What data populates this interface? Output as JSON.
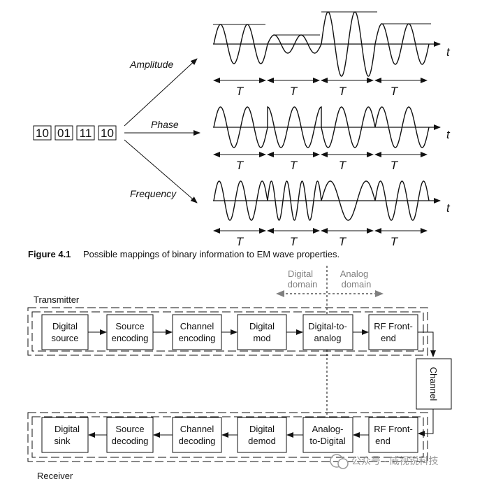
{
  "figure1": {
    "bits": [
      "10",
      "01",
      "11",
      "10"
    ],
    "branches": {
      "amplitude": "Amplitude",
      "phase": "Phase",
      "frequency": "Frequency"
    },
    "time_label": "t",
    "period_label": "T",
    "caption_number": "Figure 4.1",
    "caption_text": "Possible mappings of binary information to EM wave properties."
  },
  "figure2": {
    "digital_domain": [
      "Digital",
      "domain"
    ],
    "analog_domain": [
      "Analog",
      "domain"
    ],
    "transmitter_label": "Transmitter",
    "receiver_label": "Receiver",
    "channel_label": "Channel",
    "tx_blocks": [
      [
        "Digital",
        "source"
      ],
      [
        "Source",
        "encoding"
      ],
      [
        "Channel",
        "encoding"
      ],
      [
        "Digital",
        "mod"
      ],
      [
        "Digital-to-",
        "analog"
      ],
      [
        "RF Front-",
        "end"
      ]
    ],
    "rx_blocks": [
      [
        "Digital",
        "sink"
      ],
      [
        "Source",
        "decoding"
      ],
      [
        "Channel",
        "decoding"
      ],
      [
        "Digital",
        "demod"
      ],
      [
        "Analog-",
        "to-Digital"
      ],
      [
        "RF Front-",
        "end"
      ]
    ]
  },
  "watermark": "公众号 · 威视锐科技"
}
